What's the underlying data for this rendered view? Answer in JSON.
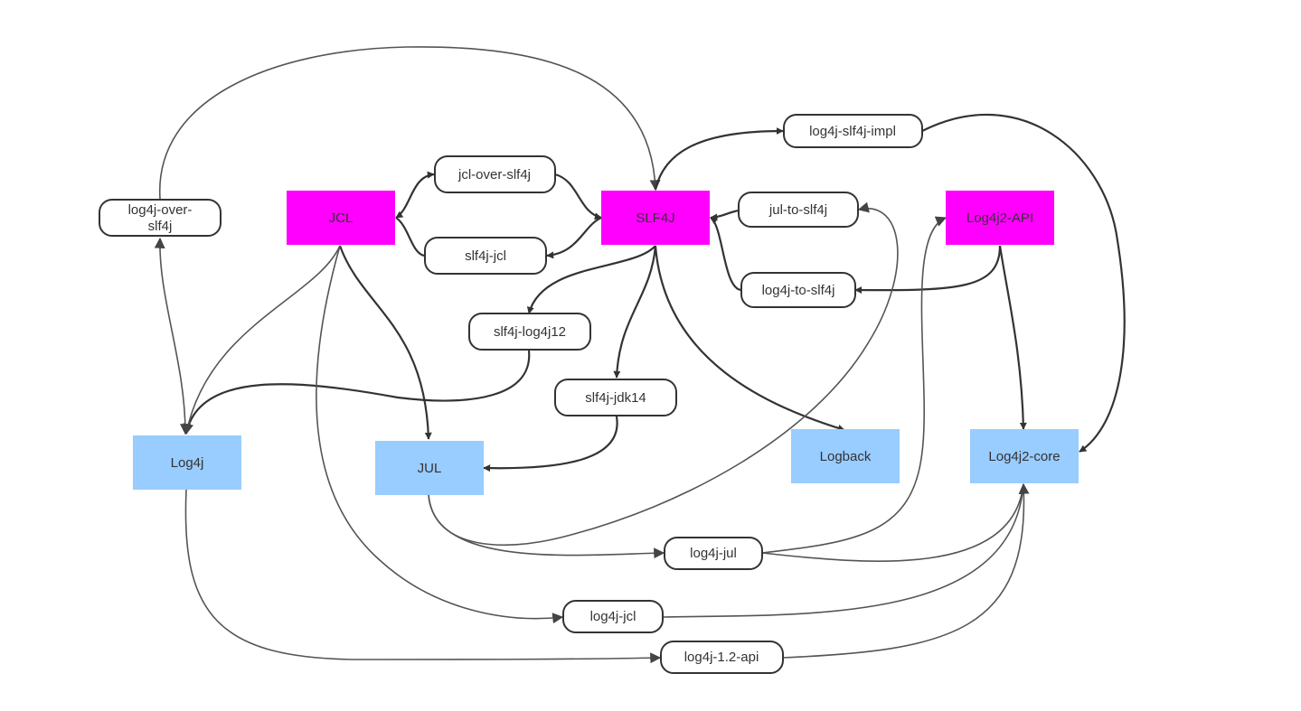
{
  "diagram": {
    "api_nodes": [
      {
        "id": "jcl",
        "label": "JCL"
      },
      {
        "id": "slf4j",
        "label": "SLF4J"
      },
      {
        "id": "log4j2api",
        "label": "Log4j2-API"
      }
    ],
    "impl_nodes": [
      {
        "id": "log4j",
        "label": "Log4j"
      },
      {
        "id": "jul",
        "label": "JUL"
      },
      {
        "id": "logback",
        "label": "Logback"
      },
      {
        "id": "log4j2core",
        "label": "Log4j2-core"
      }
    ],
    "bridge_nodes": [
      {
        "id": "log4j-over-slf4j",
        "label_lines": [
          "log4j-over-",
          "slf4j"
        ]
      },
      {
        "id": "jcl-over-slf4j",
        "label": "jcl-over-slf4j"
      },
      {
        "id": "slf4j-jcl",
        "label": "slf4j-jcl"
      },
      {
        "id": "log4j-slf4j-impl",
        "label": "log4j-slf4j-impl"
      },
      {
        "id": "jul-to-slf4j",
        "label": "jul-to-slf4j"
      },
      {
        "id": "log4j-to-slf4j",
        "label": "log4j-to-slf4j"
      },
      {
        "id": "slf4j-log4j12",
        "label": "slf4j-log4j12"
      },
      {
        "id": "slf4j-jdk14",
        "label": "slf4j-jdk14"
      },
      {
        "id": "log4j-jul",
        "label": "log4j-jul"
      },
      {
        "id": "log4j-jcl",
        "label": "log4j-jcl"
      },
      {
        "id": "log4j-1.2-api",
        "label": "log4j-1.2-api"
      }
    ],
    "edges": [
      {
        "from": "log4j-over-slf4j",
        "to": "slf4j"
      },
      {
        "from": "log4j",
        "to": "log4j-over-slf4j"
      },
      {
        "from": "log4j-over-slf4j",
        "to": "log4j"
      },
      {
        "from": "jcl",
        "to": "jcl-over-slf4j"
      },
      {
        "from": "jcl-over-slf4j",
        "to": "slf4j"
      },
      {
        "from": "slf4j",
        "to": "slf4j-jcl"
      },
      {
        "from": "slf4j-jcl",
        "to": "jcl"
      },
      {
        "from": "slf4j",
        "to": "log4j-slf4j-impl"
      },
      {
        "from": "log4j-slf4j-impl",
        "to": "log4j2core"
      },
      {
        "from": "jul-to-slf4j",
        "to": "slf4j"
      },
      {
        "from": "log4j-to-slf4j",
        "to": "slf4j"
      },
      {
        "from": "log4j2api",
        "to": "log4j-to-slf4j"
      },
      {
        "from": "log4j2api",
        "to": "log4j2core"
      },
      {
        "from": "slf4j",
        "to": "slf4j-log4j12"
      },
      {
        "from": "slf4j-log4j12",
        "to": "log4j"
      },
      {
        "from": "jcl",
        "to": "log4j"
      },
      {
        "from": "jcl",
        "to": "jul"
      },
      {
        "from": "slf4j",
        "to": "slf4j-jdk14"
      },
      {
        "from": "slf4j-jdk14",
        "to": "jul"
      },
      {
        "from": "slf4j",
        "to": "logback"
      },
      {
        "from": "jul",
        "to": "jul-to-slf4j"
      },
      {
        "from": "jul",
        "to": "log4j-jul"
      },
      {
        "from": "log4j-jul",
        "to": "log4j2api"
      },
      {
        "from": "log4j-jul",
        "to": "log4j2core"
      },
      {
        "from": "jcl",
        "to": "log4j-jcl"
      },
      {
        "from": "log4j-jcl",
        "to": "log4j2core"
      },
      {
        "from": "log4j",
        "to": "log4j-1.2-api"
      },
      {
        "from": "log4j-1.2-api",
        "to": "log4j2core"
      }
    ]
  }
}
